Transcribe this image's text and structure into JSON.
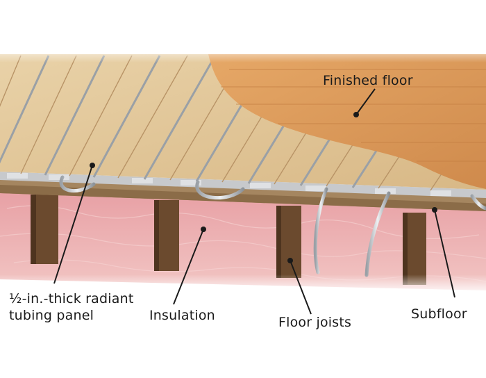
{
  "labels": {
    "finished_floor": "Finished floor",
    "tubing_panel_line1": "½-in.-thick radiant",
    "tubing_panel_line2": "tubing panel",
    "insulation": "Insulation",
    "floor_joists": "Floor joists",
    "subfloor": "Subfloor"
  },
  "colors": {
    "plywood_panel": "#e3c697",
    "finished_floor": "#d99b5e",
    "insulation": "#e9aeb0",
    "joist": "#6b4a2e",
    "tubing": "#c9ccd0",
    "subfloor": "#a58660",
    "leader_line": "#1a1a1a"
  }
}
